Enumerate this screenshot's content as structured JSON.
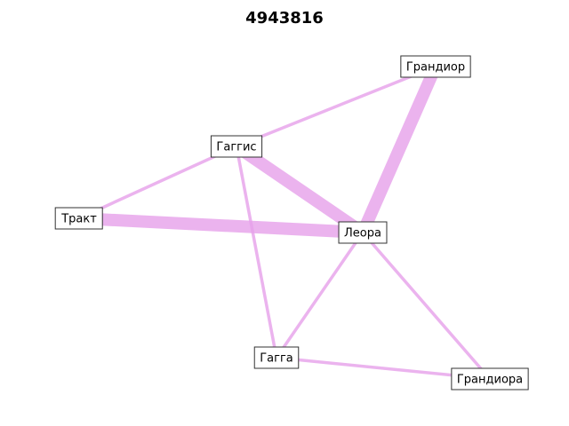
{
  "title": "4943816",
  "colors": {
    "edge": "#e6a0ea",
    "node_border": "#333333",
    "node_fill": "#ffffff"
  },
  "nodes": [
    {
      "id": "grandior",
      "label": "Грандиор"
    },
    {
      "id": "gaggis",
      "label": "Гаггис"
    },
    {
      "id": "trakt",
      "label": "Тракт"
    },
    {
      "id": "leora",
      "label": "Леора"
    },
    {
      "id": "gagga",
      "label": "Гагга"
    },
    {
      "id": "grandiora",
      "label": "Грандиора"
    }
  ],
  "edges": [
    {
      "source": "grandior",
      "target": "gaggis",
      "weight": 1
    },
    {
      "source": "grandior",
      "target": "leora",
      "weight": 4
    },
    {
      "source": "gaggis",
      "target": "trakt",
      "weight": 1
    },
    {
      "source": "gaggis",
      "target": "leora",
      "weight": 4
    },
    {
      "source": "gaggis",
      "target": "gagga",
      "weight": 1
    },
    {
      "source": "trakt",
      "target": "leora",
      "weight": 4
    },
    {
      "source": "leora",
      "target": "gagga",
      "weight": 1
    },
    {
      "source": "leora",
      "target": "grandiora",
      "weight": 1
    },
    {
      "source": "gagga",
      "target": "grandiora",
      "weight": 1
    }
  ]
}
